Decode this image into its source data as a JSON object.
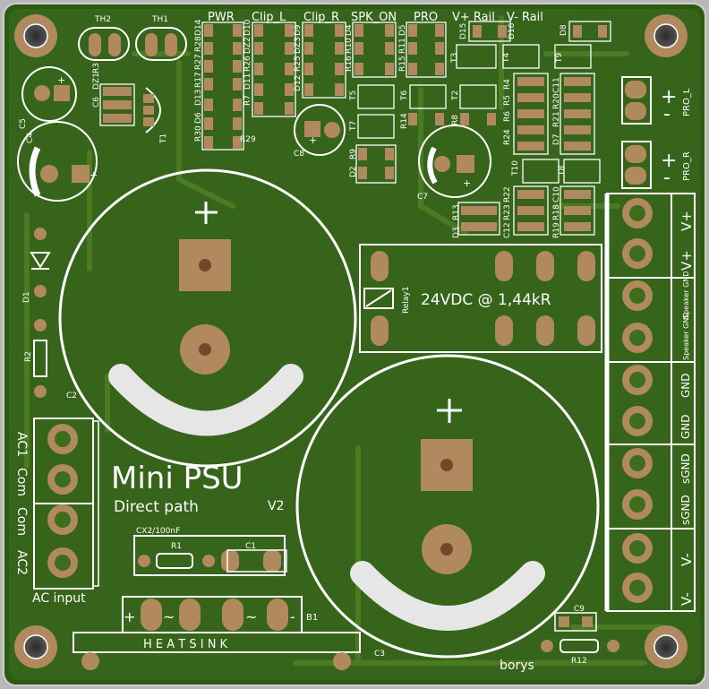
{
  "board": {
    "colors": {
      "background": "#b9b9b9",
      "substrate": "#2c5a14",
      "copper": "#3e6d1c",
      "trace": "#4e7d25",
      "pad": "#b0895f",
      "pad_hole": "#6e4a2a",
      "silkscreen": "#ffffff"
    },
    "title": "Mini  PSU",
    "subtitle": "Direct path",
    "version": "V2",
    "author": "borys",
    "heatsink_label": "H E A T S I N K",
    "relay_rating": "24VDC  @  1,44kR",
    "x2_label": "CX2/100nF"
  },
  "led_labels": [
    "PWR",
    "Clip_L",
    "Clip_R",
    "SPK_ON",
    "PRO",
    "V+ Rail",
    "V- Rail"
  ],
  "ac_input": {
    "terminals": [
      "AC1",
      "Com",
      "Com",
      "AC2"
    ],
    "label": "AC input"
  },
  "output_terminals": [
    "V+",
    "V+",
    "Speaker GND",
    "Speaker GND",
    "GND",
    "GND",
    "sGND",
    "sGND",
    "V-",
    "V-"
  ],
  "pro_outputs": [
    {
      "label": "PRO_L",
      "signs": [
        "+",
        "-"
      ]
    },
    {
      "label": "PRO_R",
      "signs": [
        "+",
        "-"
      ]
    }
  ],
  "bridge": {
    "ref": "B1",
    "pins": [
      "+",
      "~",
      "~",
      "-"
    ]
  },
  "plus_sign": "+",
  "designators": {
    "th2": "TH2",
    "th1": "TH1",
    "r28": "R28",
    "d14": "D14",
    "r27": "R27",
    "r17": "R17",
    "dz1": "DZ1",
    "r3": "R3",
    "c6": "C6",
    "d13": "D13",
    "d6": "D6",
    "r30": "R30",
    "d10": "D10",
    "dz2": "DZ2",
    "r26": "R26",
    "d11": "D11",
    "r7": "R7",
    "r29": "R29",
    "d9": "D9",
    "dz3": "DZ3",
    "r25": "R25",
    "d12": "D12",
    "c8": "C8",
    "d4": "D4",
    "r10": "R10",
    "r16": "R16",
    "d5": "D5",
    "r11": "R11",
    "r15": "R15",
    "d15": "D15",
    "t3": "T3",
    "t4": "T4",
    "t9": "T9",
    "d16": "D16",
    "d8": "D8",
    "t5": "T5",
    "t6": "T6",
    "t2": "T2",
    "r4": "R4",
    "r5": "R5",
    "r6": "R6",
    "r14": "R14",
    "r8": "R8",
    "c11": "C11",
    "r20": "R20",
    "r21": "R21",
    "d7": "D7",
    "r24": "R24",
    "c5": "C5",
    "c4": "C4",
    "t1": "T1",
    "t7": "T7",
    "r9": "R9",
    "d2": "D2",
    "c7": "C7",
    "t10": "T10",
    "t8": "T8",
    "r22": "R22",
    "r23": "R23",
    "c12": "C12",
    "r18": "R18",
    "r19": "R19",
    "c10": "C10",
    "d3": "D3",
    "r13": "R13",
    "relay1": "Relay1",
    "d1": "D1",
    "r2": "R2",
    "c2": "C2",
    "r1": "R1",
    "c1": "C1",
    "c3": "C3",
    "c9": "C9",
    "r12": "R12"
  }
}
